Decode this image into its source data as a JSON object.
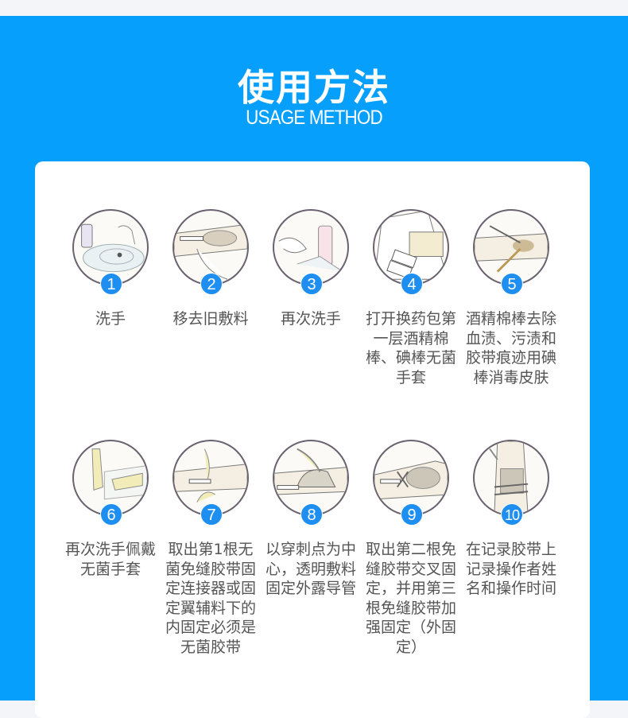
{
  "header": {
    "title": "使用方法",
    "subtitle": "USAGE METHOD"
  },
  "colors": {
    "background_top": "#f3f5f8",
    "brand_blue": "#069ffc",
    "badge_blue": "#1e8ff0",
    "card": "#ffffff",
    "label_text": "#555555"
  },
  "steps": [
    {
      "number": "1",
      "icon": "hand-washing-illustration",
      "label": "洗手"
    },
    {
      "number": "2",
      "icon": "remove-old-dressing-illustration",
      "label": "移去旧敷料"
    },
    {
      "number": "3",
      "icon": "wash-hands-again-illustration",
      "label": "再次洗手"
    },
    {
      "number": "4",
      "icon": "open-dressing-kit-illustration",
      "label": "打开换药包第一层酒精棉棒、碘棒无菌手套"
    },
    {
      "number": "5",
      "icon": "disinfect-skin-illustration",
      "label": "酒精棉棒去除血渍、污渍和胶带痕迹用碘棒消毒皮肤"
    },
    {
      "number": "6",
      "icon": "put-on-gloves-illustration",
      "label": "再次洗手佩戴无菌手套"
    },
    {
      "number": "7",
      "icon": "fix-connector-tape-illustration",
      "label": "取出第1根无菌免缝胶带固定连接器或固定翼辅料下的内固定必须是无菌胶带"
    },
    {
      "number": "8",
      "icon": "apply-transparent-dressing-illustration",
      "label": "以穿刺点为中心，透明敷料固定外露导管"
    },
    {
      "number": "9",
      "icon": "cross-tape-fixation-illustration",
      "label": "取出第二根免缝胶带交叉固定，并用第三根免缝胶带加强固定（外固定）"
    },
    {
      "number": "10",
      "icon": "record-on-tape-illustration",
      "label": "在记录胶带上记录操作者姓名和操作时间"
    }
  ]
}
